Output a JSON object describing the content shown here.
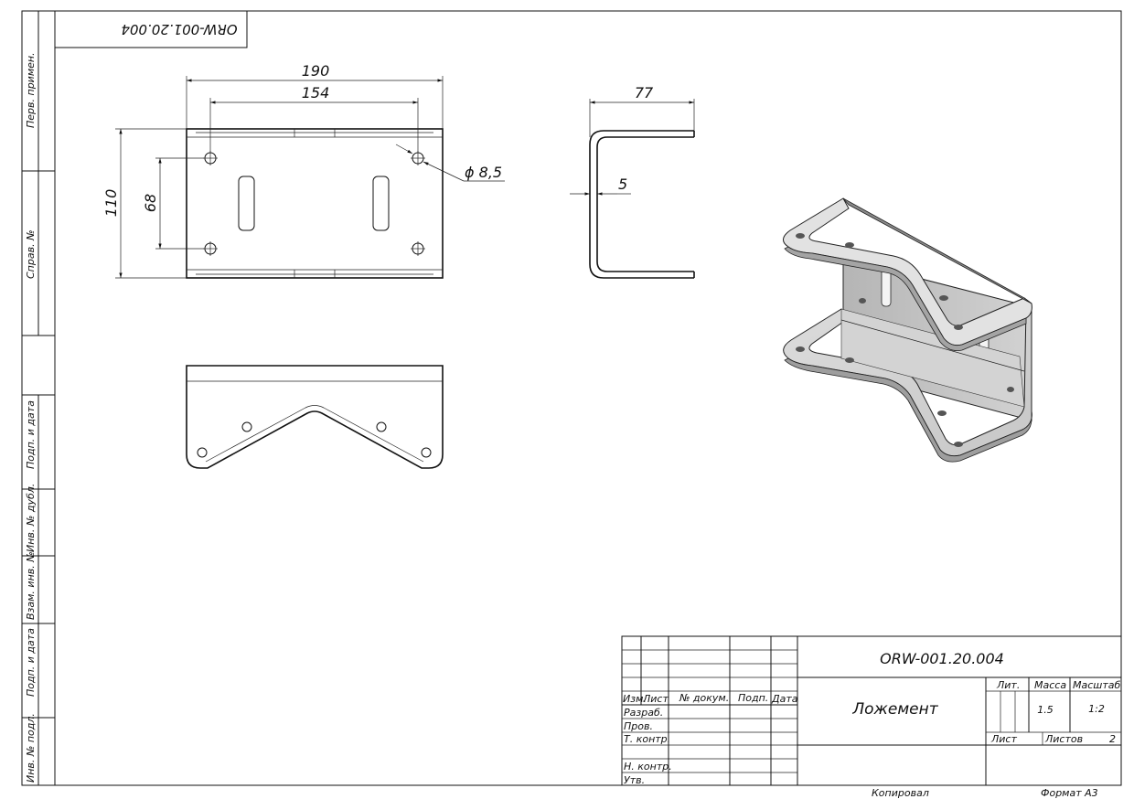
{
  "drawing_number": "ORW-001.20.004",
  "title": "Ложемент",
  "side_strip": {
    "perv_primen": "Перв. примен.",
    "sprav_no": "Справ. №",
    "podp_data_1": "Подп. и дата",
    "inv_dubl": "Инв. № дубл.",
    "vzam_inv": "Взам. инв. №",
    "podp_data_2": "Подп. и дата",
    "inv_podl": "Инв. № подл."
  },
  "dimensions": {
    "width_overall": "190",
    "hole_spacing_x": "154",
    "height_overall": "110",
    "hole_spacing_y": "68",
    "hole_diameter": "ϕ 8,5",
    "flange_depth": "77",
    "thickness": "5"
  },
  "title_block": {
    "izm": "Изм.",
    "list": "Лист",
    "no_dokum": "№ докум.",
    "podp": "Подп.",
    "data": "Дата",
    "razrab": "Разраб.",
    "prov": "Пров.",
    "t_kontr": "Т. контр.",
    "n_kontr": "Н. контр.",
    "utv": "Утв.",
    "lit_label": "Лит.",
    "massa_label": "Масса",
    "masshtab_label": "Масштаб",
    "massa_value": "1.5",
    "masshtab_value": "1:2",
    "list_label": "Лист",
    "listov_label": "Листов",
    "listov_value": "2"
  },
  "footer": {
    "kopiroval": "Копировал",
    "format": "Формат А3"
  }
}
